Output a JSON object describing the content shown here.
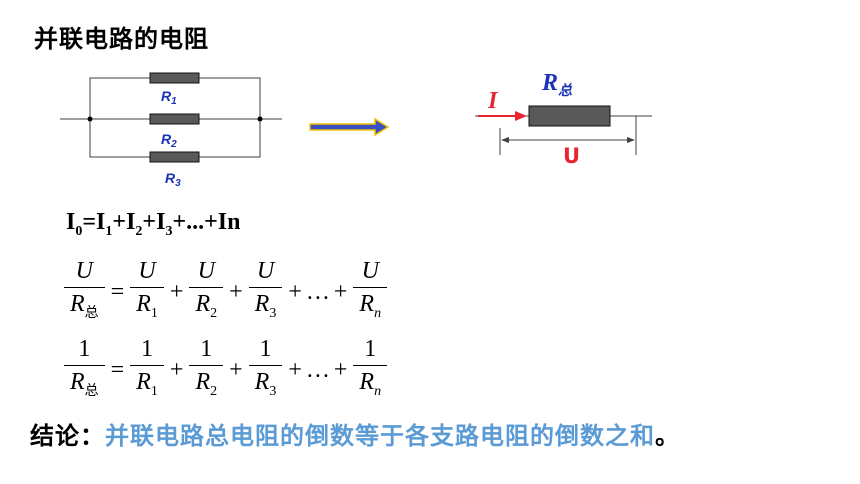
{
  "title": "并联电路的电阻",
  "circuit": {
    "r1_label": "R",
    "r1_sub": "1",
    "r2_label": "R",
    "r2_sub": "2",
    "r3_label": "R",
    "r3_sub": "3",
    "current_label": "I",
    "total_r_label": "R",
    "total_r_sub": "总",
    "voltage_label": "U"
  },
  "current_equation": {
    "lhs": "I",
    "lhs_sub": "0",
    "eq": "=",
    "t1": "I",
    "t1_sub": "1",
    "t2": "I",
    "t2_sub": "2",
    "t3": "I",
    "t3_sub": "3",
    "tail": "+...+In"
  },
  "formula_voltage": {
    "numerator": "U",
    "lhs_den": "R",
    "lhs_den_sub": "总",
    "subs": [
      "1",
      "2",
      "3",
      "n"
    ],
    "den_base": "R",
    "equals": "=",
    "plus": "+",
    "ellipsis": "…"
  },
  "formula_reciprocal": {
    "numerator": "1",
    "lhs_den": "R",
    "lhs_den_sub": "总",
    "subs": [
      "1",
      "2",
      "3",
      "n"
    ],
    "den_base": "R",
    "equals": "=",
    "plus": "+",
    "ellipsis": "…"
  },
  "conclusion": {
    "label": "结论：",
    "text": "并联电路总电阻的倒数等于各支路电阻的倒数之和",
    "end": "。"
  },
  "colors": {
    "resistor": "#595959",
    "arrow_fill": "#3a4fc4",
    "arrow_outline": "#f2c300",
    "current_red": "#e8262f",
    "label_blue": "#1a33b8",
    "conclusion_blue": "#5b9bd5"
  }
}
